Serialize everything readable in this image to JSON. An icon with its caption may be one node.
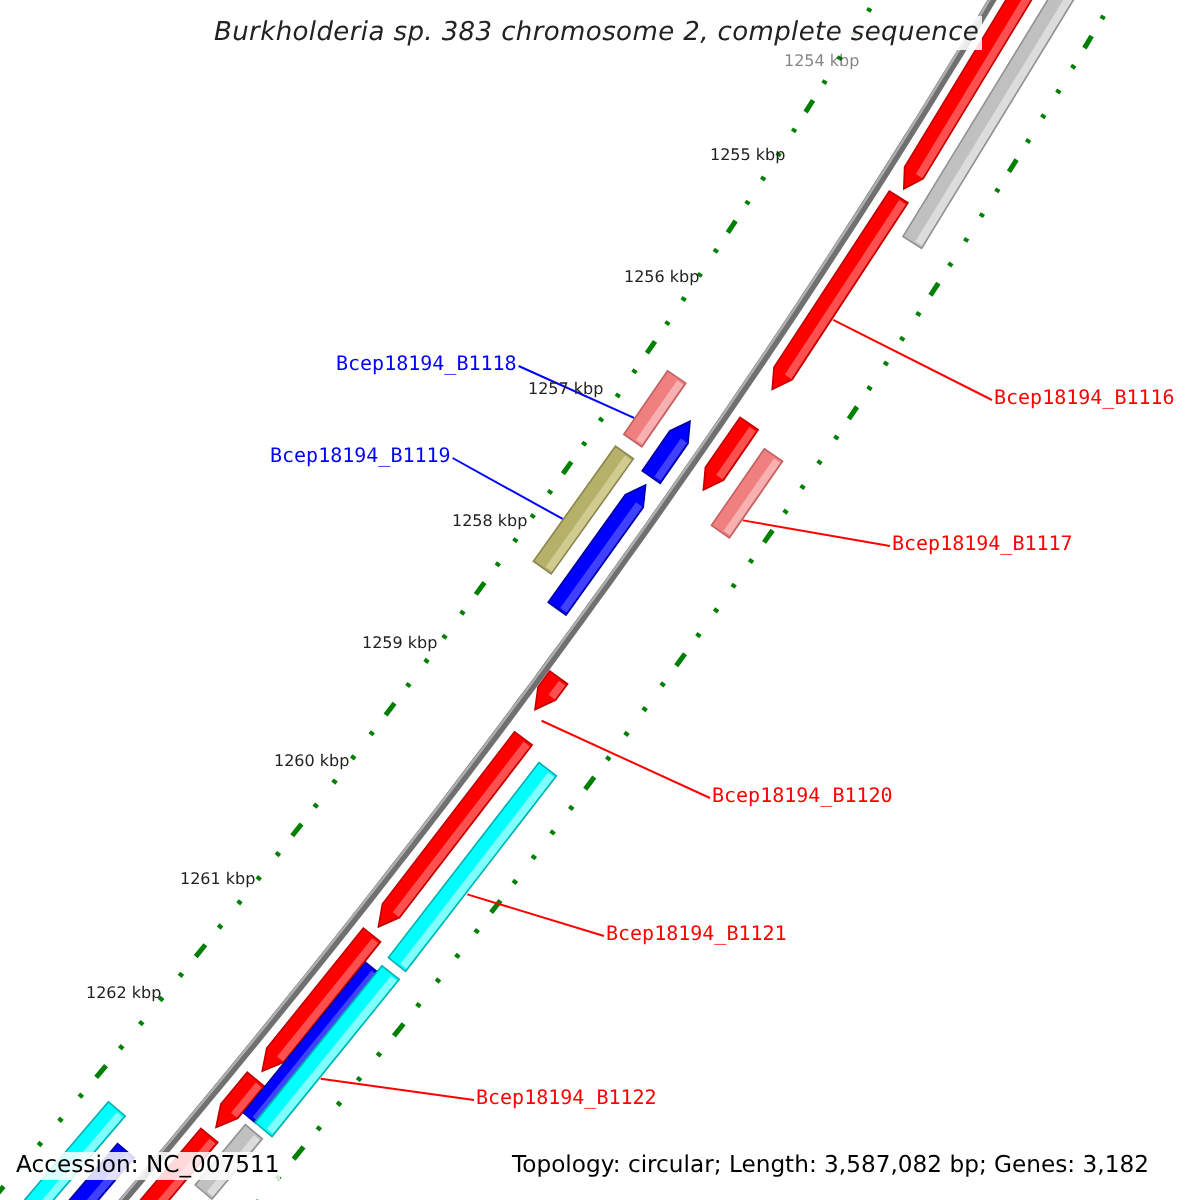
{
  "diagram": {
    "title": "Burkholderia sp. 383 chromosome 2, complete sequence",
    "nodes": [
      {
        "text": [
          "Bcep18194_B1118"
        ]
      },
      {
        "text": [
          "Bcep18194_B1119"
        ]
      },
      {
        "text": [
          "Bcep18194_B1116"
        ]
      },
      {
        "text": [
          "Bcep18194_B1117"
        ]
      },
      {
        "text": [
          "Bcep18194_B1120"
        ]
      },
      {
        "text": [
          "Bcep18194_B1121"
        ]
      },
      {
        "text": [
          "Bcep18194_B1122"
        ]
      },
      {
        "text": [],
        "shape": "bar"
      },
      {
        "text": [],
        "shape": "bar"
      },
      {
        "text": [],
        "shape": "arrow"
      },
      {
        "text": [],
        "shape": "bar"
      },
      {
        "text": [],
        "shape": "arrow"
      },
      {
        "text": [],
        "shape": "bar"
      },
      {
        "text": [],
        "shape": "bar"
      }
    ],
    "edges": [
      {
        "from": 0,
        "to": 7,
        "arrow": "none",
        "color": "#0000ff"
      },
      {
        "from": 1,
        "to": 8,
        "arrow": "none",
        "color": "#0000ff"
      },
      {
        "from": 2,
        "to": 9,
        "arrow": "none"
      },
      {
        "from": 3,
        "to": 10,
        "arrow": "none"
      },
      {
        "from": 4,
        "to": 11,
        "arrow": "none"
      },
      {
        "from": 5,
        "to": 12,
        "arrow": "none"
      },
      {
        "from": 6,
        "to": 13,
        "arrow": "none"
      }
    ],
    "labels": [
      "1254 kbp",
      "1255 kbp",
      "1256 kbp",
      "1257 kbp",
      "1258 kbp",
      "1259 kbp",
      "1260 kbp",
      "1261 kbp",
      "1262 kbp",
      "Accession: NC_007511",
      "Topology: circular; Length: 3,587,082 bp; Genes: 3,182"
    ]
  }
}
